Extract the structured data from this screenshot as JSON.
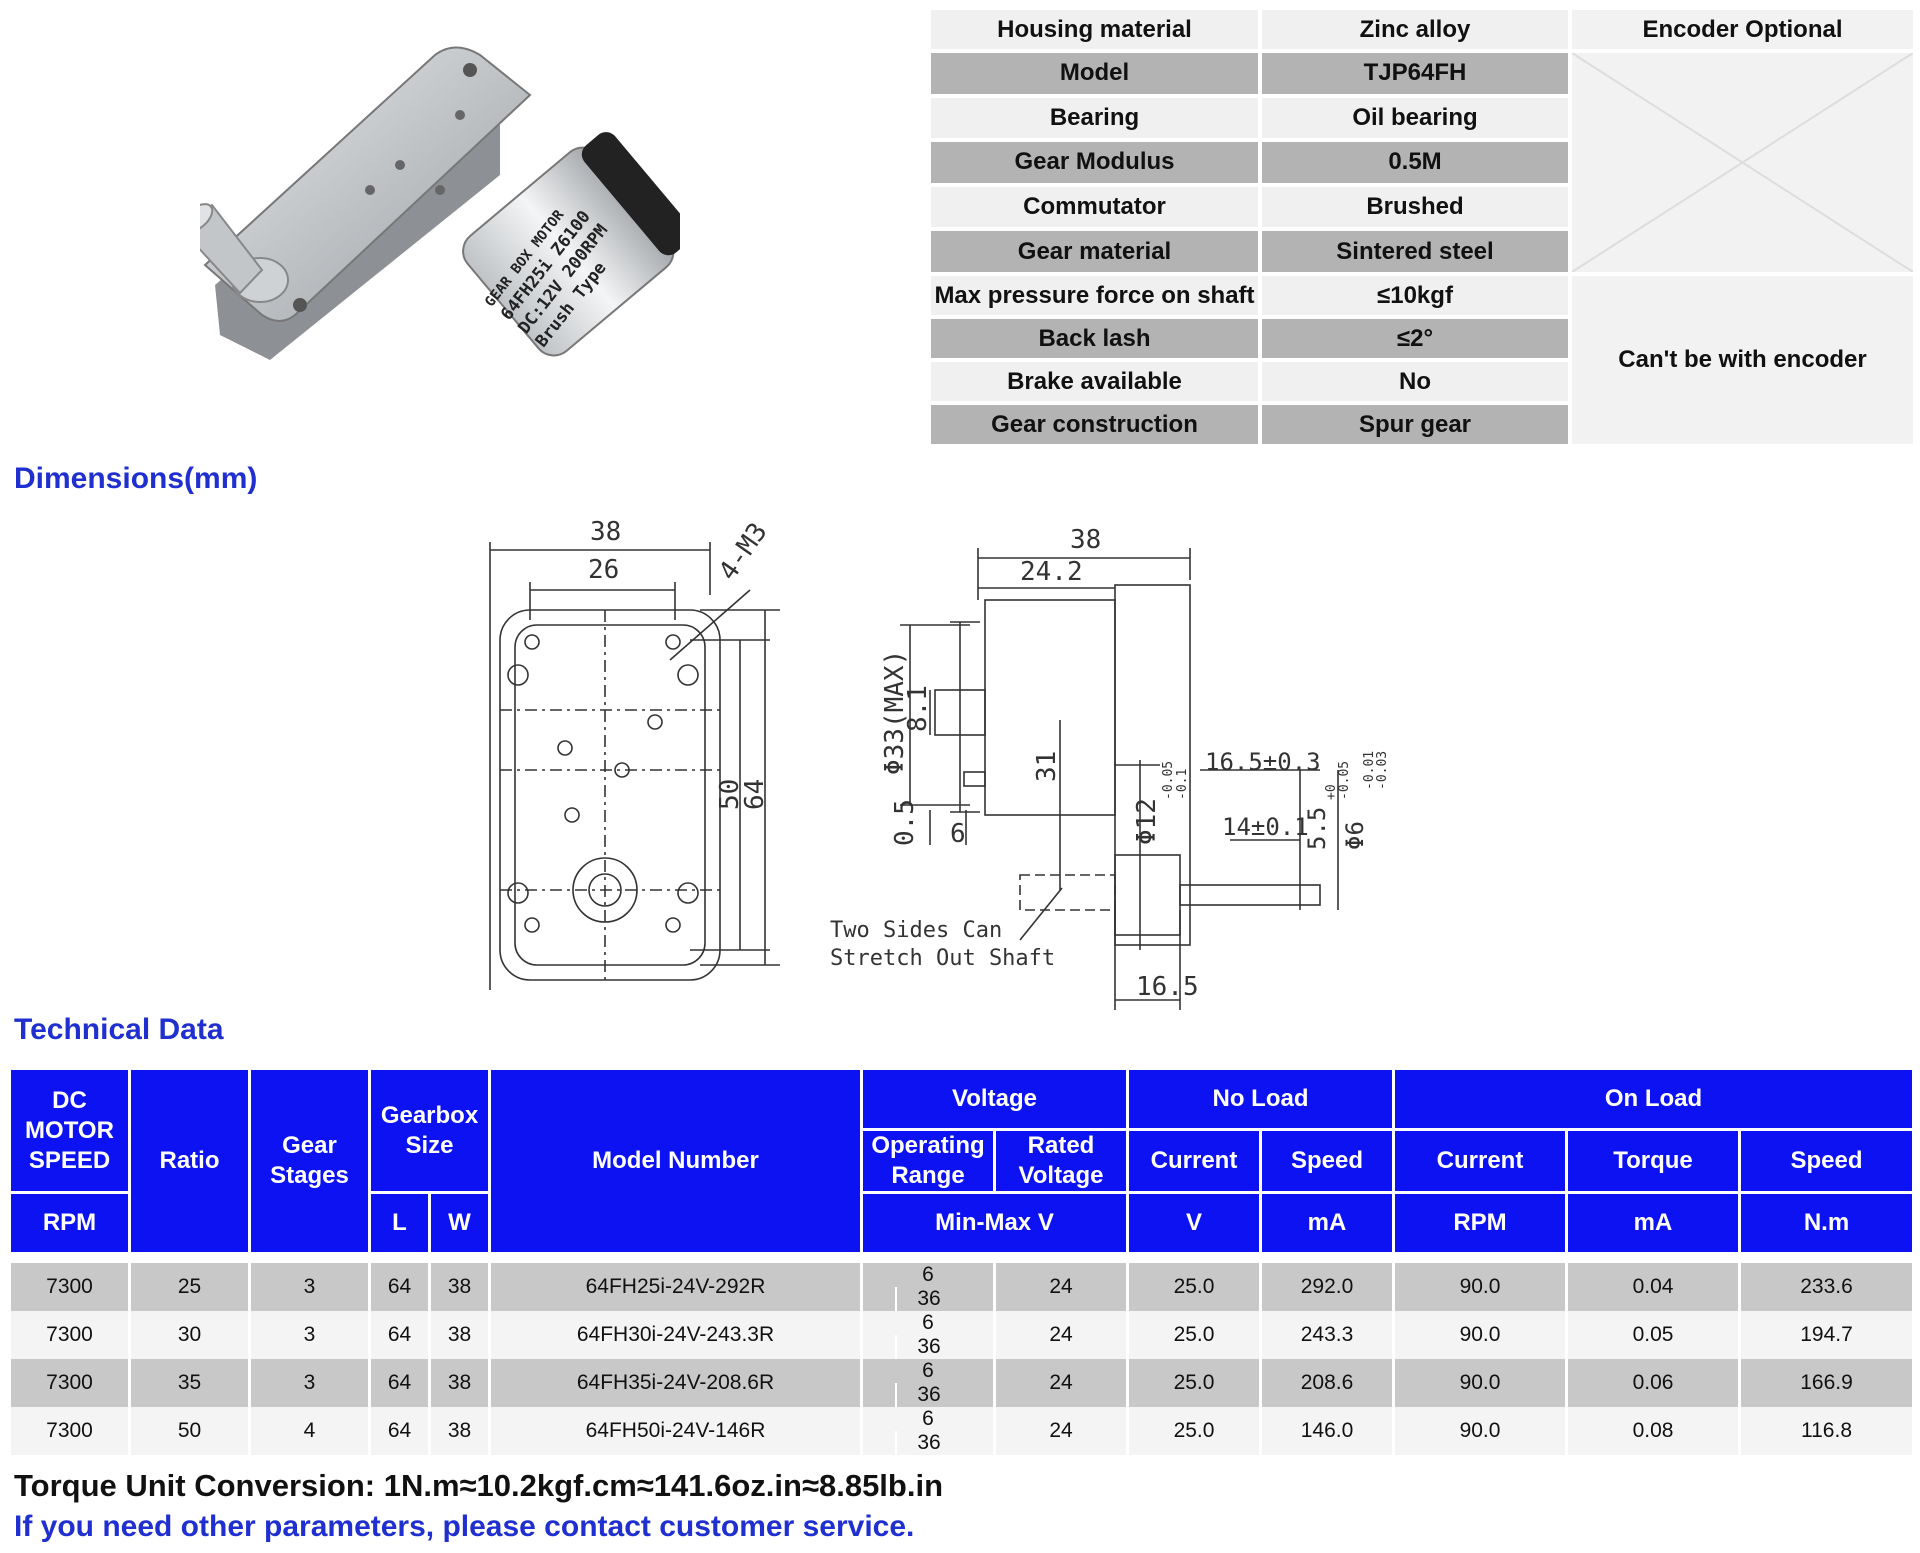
{
  "product_image": {
    "label_line1": "GEAR BOX MOTOR",
    "label_line2": "64FH25i Z6100",
    "label_line3": "DC:12V 200RPM",
    "label_line4": "Brush Type"
  },
  "spec": {
    "encoder_header": "Encoder Optional",
    "encoder_note": "Can't be with encoder",
    "rows": [
      {
        "key": "Housing material",
        "value": "Zinc alloy"
      },
      {
        "key": "Model",
        "value": "TJP64FH"
      },
      {
        "key": "Bearing",
        "value": "Oil bearing"
      },
      {
        "key": "Gear Modulus",
        "value": "0.5M"
      },
      {
        "key": "Commutator",
        "value": "Brushed"
      },
      {
        "key": "Gear material",
        "value": "Sintered steel"
      },
      {
        "key": "Max pressure force on shaft",
        "value": "≤10kgf"
      },
      {
        "key": "Back lash",
        "value": "≤2°"
      },
      {
        "key": "Brake available",
        "value": "No"
      },
      {
        "key": "Gear construction",
        "value": "Spur gear"
      }
    ]
  },
  "dimensions": {
    "title": "Dimensions(mm)",
    "front": {
      "w_outer": "38",
      "w_inner": "26",
      "hole": "4-M3",
      "h_inner": "50",
      "h_outer": "64"
    },
    "side": {
      "len_total": "38",
      "len_gear": "24.2",
      "dia_max": "Φ33(MAX)",
      "term": "8.1",
      "t1": "0.5",
      "t2": "6",
      "center": "31",
      "boss": "Φ12",
      "boss_tol_up": "-0.05",
      "boss_tol_dn": "-0.1",
      "shaft_len": "16.5±0.3",
      "flat_len": "14±0.1",
      "flat": "5.5",
      "flat_tol_up": "+0",
      "flat_tol_dn": "-0.05",
      "shaft_dia": "Φ6",
      "shaft_tol_up": "-0.01",
      "shaft_tol_dn": "-0.03",
      "bottom": "16.5",
      "note_line1": "Two Sides Can",
      "note_line2": "Stretch Out Shaft"
    }
  },
  "technical": {
    "title": "Technical Data",
    "headers": {
      "dc_motor_speed": "DC MOTOR SPEED",
      "ratio": "Ratio",
      "gear_stages": "Gear Stages",
      "gearbox_size": "Gearbox Size",
      "model_number": "Model Number",
      "voltage": "Voltage",
      "operating_range": "Operating Range",
      "rated_voltage": "Rated Voltage",
      "no_load": "No Load",
      "on_load": "On Load",
      "current": "Current",
      "speed": "Speed",
      "torque": "Torque",
      "rpm": "RPM",
      "l": "L",
      "w": "W",
      "minmax": "Min-Max V",
      "v": "V",
      "ma": "mA",
      "nm": "N.m"
    },
    "rows": [
      {
        "rpm": "7300",
        "ratio": "25",
        "stages": "3",
        "l": "64",
        "w": "38",
        "model": "64FH25i-24V-292R",
        "vmin": "6",
        "vmax": "36",
        "rated": "24",
        "nl_current": "25.0",
        "nl_speed": "292.0",
        "ol_current": "90.0",
        "ol_torque": "0.04",
        "ol_speed": "233.6"
      },
      {
        "rpm": "7300",
        "ratio": "30",
        "stages": "3",
        "l": "64",
        "w": "38",
        "model": "64FH30i-24V-243.3R",
        "vmin": "6",
        "vmax": "36",
        "rated": "24",
        "nl_current": "25.0",
        "nl_speed": "243.3",
        "ol_current": "90.0",
        "ol_torque": "0.05",
        "ol_speed": "194.7"
      },
      {
        "rpm": "7300",
        "ratio": "35",
        "stages": "3",
        "l": "64",
        "w": "38",
        "model": "64FH35i-24V-208.6R",
        "vmin": "6",
        "vmax": "36",
        "rated": "24",
        "nl_current": "25.0",
        "nl_speed": "208.6",
        "ol_current": "90.0",
        "ol_torque": "0.06",
        "ol_speed": "166.9"
      },
      {
        "rpm": "7300",
        "ratio": "50",
        "stages": "4",
        "l": "64",
        "w": "38",
        "model": "64FH50i-24V-146R",
        "vmin": "6",
        "vmax": "36",
        "rated": "24",
        "nl_current": "25.0",
        "nl_speed": "146.0",
        "ol_current": "90.0",
        "ol_torque": "0.08",
        "ol_speed": "116.8"
      }
    ]
  },
  "notes": {
    "torque_conversion": "Torque Unit Conversion: 1N.m≈10.2kgf.cm≈141.6oz.in≈8.85lb.in",
    "contact": "If you need other parameters, please contact customer service."
  }
}
